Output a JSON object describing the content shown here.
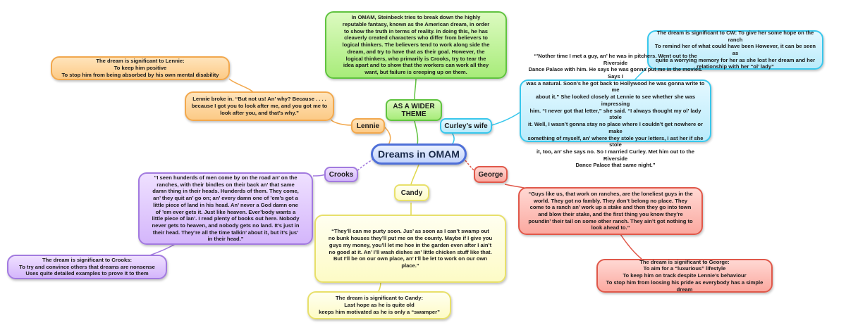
{
  "central": {
    "label": "Dreams in OMAM"
  },
  "branches": {
    "lennie": {
      "label": "Lennie",
      "quote": "Lennie broke in. “But not us! An’ why? Because . . . .\nbecause I got you to look after me, and you got me to\nlook after you, and that’s why.”",
      "significance": "The dream is significant to Lennie:\nTo keep him positive\nTo stop him from being absorbed by his own mental disability"
    },
    "wider_theme": {
      "label": "AS A WIDER\nTHEME",
      "text": "In OMAM, Steinbeck tries to break down the highly\nreputable fantasy, known as the American dream, in order\nto show the truth in terms of reality. In doing this, he has\ncleaverly created characters who differ from believers to\nlogical thinkers. The believers tend to work along side the\ndream, and try to have that as their goal. However, the\nlogical thinkers, who primarily is Crooks, try to tear the\nidea apart and to show that the workers can work all they\nwant, but failure is creeping up on them."
    },
    "curleys_wife": {
      "label": "Curley’s wife",
      "quote": "“’Nother time I met a guy, an’ he was in pitchers. Went out to the Riverside\nDance Palace with him. He says he was gonna put me in the movies. Says I\nwas a natural. Soon’s he got back to Hollywood he was gonna write to me\nabout it.” She looked closely at Lennie to see whether she was impressing\nhim. “I never got that letter,” she said. “I always thought my ol’ lady stole\nit. Well, I wasn’t gonna stay no place where I couldn’t get nowhere or make\nsomething of myself, an’ where they stole your letters, I ast her if she stole\nit, too, an’ she says no. So I married Curley. Met him out to the Riverside\nDance Palace that same night.”",
      "significance": "The dream is significant to CW: To give her some hope on the ranch\nTo remind her of what could have been However, it can be seen as\nquite a worrying memory for her as she lost her dream and her\nrelationship with her “ol’ lady”"
    },
    "crooks": {
      "label": "Crooks",
      "quote": "“I seen hunderds of men come by on the road an’ on the\nranches, with their bindles on their back an’ that same\ndamn thing in their heads. Hunderds of them. They come,\nan’ they quit an’ go on; an’ every damn one of ’em’s got a\nlittle piece of land in his head. An’ never a God damn one\nof ’em ever gets it. Just like heaven. Ever’body wants a\nlittle piece of lan’. I read plenty of books out here. Nobody\nnever gets to heaven, and nobody gets no land. It’s just in\ntheir head. They’re all the time talkin’ about it, but it’s jus’\nin their head.”",
      "significance": "The dream is significant to Crooks:\nTo try and convince others that dreams are nonsense\nUses quite detailed examples to prove it to them"
    },
    "candy": {
      "label": "Candy",
      "quote": "“They’ll can me purty soon. Jus’ as soon as I can’t swamp out\nno bunk houses they’ll put me on the county. Maybe if I give you\nguys my money, you’ll let me hoe in the garden even after I ain’t\nno good at it. An’ I’ll wash dishes an’ little chicken stuff like that.\nBut I’ll be on our own place, an’ I’ll be let to work on our own\nplace.”",
      "significance": "The dream is significant to Candy:\nLast hope as he is quite old\nkeeps him motivated as he is only a “swamper”"
    },
    "george": {
      "label": "George",
      "quote": "“Guys like us, that work on ranches, are the loneliest guys in the\nworld. They got no fambly. They don’t belong no place. They\ncome to a ranch an’ work up a stake and then they go into town\nand blow their stake, and the first thing you know they’re\npoundin’ their tail on some other ranch. They ain’t got nothing to\nlook ahead to.”",
      "significance": "The dream is significant to George:\nTo aim for a “luxurious” lifestyle\nTo keep him on track despite Lennie’s behaviour\nTo stop him from loosing his pride as everybody has a simple dream"
    }
  },
  "colors": {
    "central_border": "#4e6fd8",
    "orange_line": "#f2a84d",
    "green_line": "#60c340",
    "cyan_line": "#38c7ec",
    "purple_line": "#a27adf",
    "yellow_line": "#e0d84a",
    "red_line": "#e0584a"
  }
}
